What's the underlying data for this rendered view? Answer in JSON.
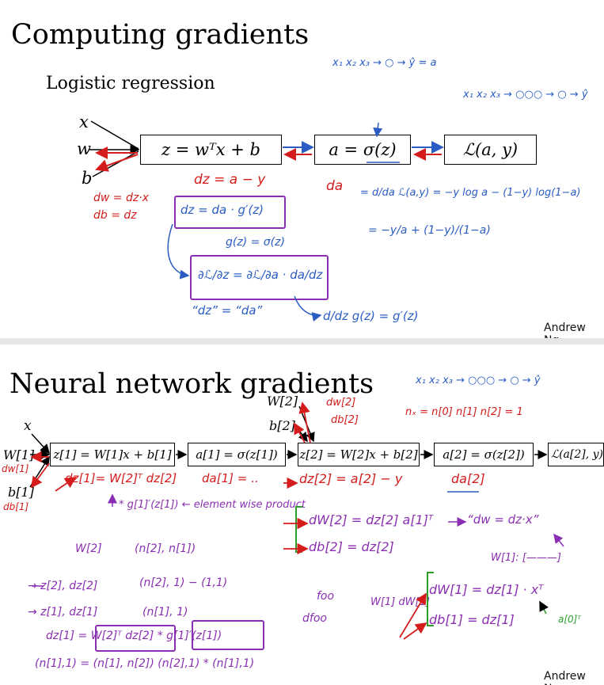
{
  "slide1": {
    "title": "Computing gradients",
    "subtitle": "Logistic regression",
    "inputs": [
      "x",
      "w",
      "b"
    ],
    "boxes": [
      "z = wᵀx + b",
      "a = σ(z)",
      "ℒ(a, y)"
    ],
    "notes": {
      "dz": "dz = a − y",
      "da": "da",
      "dw": "dw = dz·x",
      "db": "db = dz",
      "da_def": "= d/da ℒ(a,y) = −y log a − (1−y) log(1−a)",
      "da_val": "= −y/a + (1−y)/(1−a)",
      "dz_chain": "dz = da · g′(z)",
      "g_def": "g(z) = σ(z)",
      "chain_rule": "∂ℒ/∂z = ∂ℒ/∂a · da/dz",
      "quote_dz": "“dz” = “da”",
      "gprime": "d/dz g(z) = g′(z)",
      "net_small_1": "x₁ x₂ x₃ → ○ → ŷ = a",
      "net_small_2": "x₁ x₂ x₃ → ○○○ → ○ → ŷ"
    },
    "author": "Andrew Ng"
  },
  "slide2": {
    "title": "Neural network gradients",
    "inputs": [
      "x",
      "W[1]",
      "b[1]"
    ],
    "input_grads": [
      "dw[1]",
      "db[1]"
    ],
    "layer2_params": [
      "W[2]",
      "b[2]"
    ],
    "layer2_grads": [
      "dw[2]",
      "db[2]"
    ],
    "boxes": [
      "z[1] = W[1]x + b[1]",
      "a[1] = σ(z[1])",
      "z[2] = W[2]x + b[2]",
      "a[2] = σ(z[2])",
      "ℒ(a[2], y)"
    ],
    "under_box": [
      "dz[1]= W[2]ᵀ dz[2]",
      "da[1] = ..",
      "dz[2] = a[2] − y",
      "da[2]"
    ],
    "notes": {
      "dims_top": "nₓ = n[0]     n[1]     n[2] = 1",
      "g_elem": "* g[1]′(z[1])  ← element wise product",
      "w2": "W[2]",
      "w2_dim": "(n[2], n[1])",
      "z2_dz2": "→ z[2], dz[2]",
      "z2_dim": "(n[2], 1)  − (1,1)",
      "z1_dz1": "→ z[1], dz[1]",
      "z1_dim": "(n[1], 1)",
      "dz1_eq": "dz[1] = W[2]ᵀ dz[2] * g[1]′(z[1])",
      "dz1_dims": "(n[1],1) = (n[1], n[2]) (n[2],1) * (n[1],1)",
      "dw2": "dW[2] = dz[2] a[1]ᵀ",
      "db2": "db[2] = dz[2]",
      "quote_dw": "“dw = dz·x”",
      "w1_bracket": "W[1]: [———]",
      "foo": "foo",
      "dfoo": "dfoo",
      "w_dw": "W[1]  dW[1]",
      "dw1": "dW[1] = dz[1] · xᵀ",
      "db1": "db[1] = dz[1]",
      "a0t": "a[0]ᵀ"
    },
    "author": "Andrew Ng"
  },
  "colors": {
    "red": "#d41c1c",
    "blue": "#2a5cc4",
    "purple": "#8a2fb3",
    "green": "#2aa02a",
    "separator": "#e6e6e6"
  }
}
